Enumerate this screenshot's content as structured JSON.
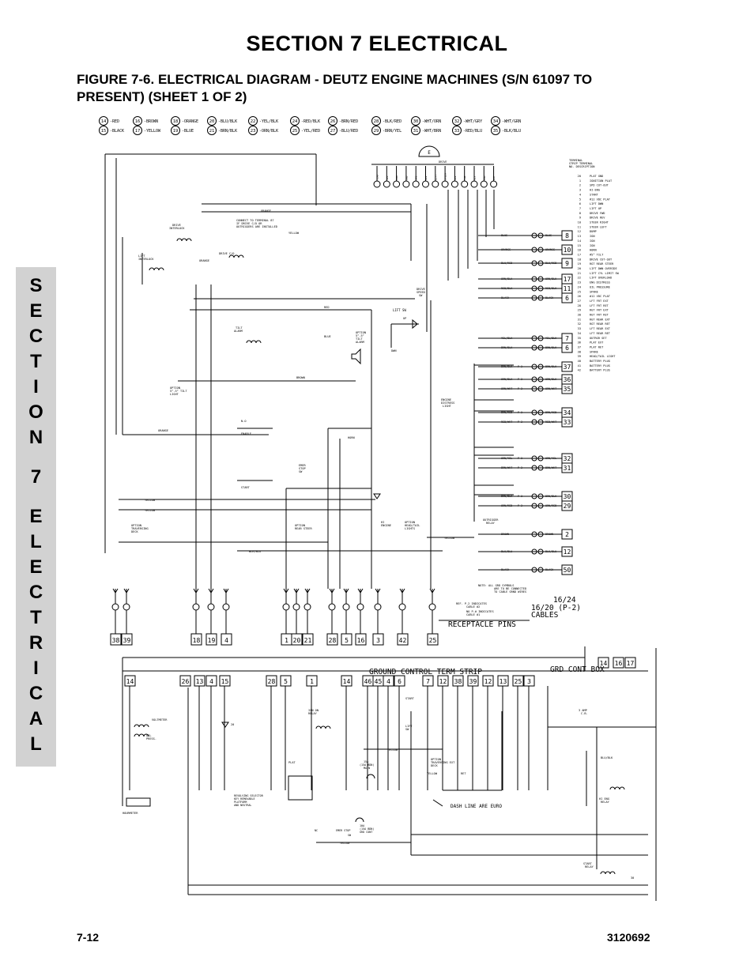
{
  "header": {
    "section_title": "SECTION 7  ELECTRICAL",
    "figure_title": "FIGURE 7-6.    ELECTRICAL DIAGRAM - DEUTZ ENGINE MACHINES (S/N 61097 TO PRESENT)  (SHEET 1 OF 2)"
  },
  "side_tab": {
    "letters": [
      "S",
      "E",
      "C",
      "T",
      "I",
      "O",
      "N",
      "",
      "7",
      "",
      "E",
      "L",
      "E",
      "C",
      "T",
      "R",
      "I",
      "C",
      "A",
      "L"
    ]
  },
  "color_legend": [
    {
      "n": "14",
      "c": "RED"
    },
    {
      "n": "15",
      "c": "BLACK"
    },
    {
      "n": "16",
      "c": "BROWN"
    },
    {
      "n": "17",
      "c": "YELLOW"
    },
    {
      "n": "18",
      "c": "ORANGE"
    },
    {
      "n": "19",
      "c": "BLUE"
    },
    {
      "n": "20",
      "c": "BLU/BLK"
    },
    {
      "n": "21",
      "c": "BRN/BLK"
    },
    {
      "n": "22",
      "c": "YEL/BLK"
    },
    {
      "n": "23",
      "c": "ORN/BLK"
    },
    {
      "n": "24",
      "c": "RED/BLK"
    },
    {
      "n": "25",
      "c": "YEL/RED"
    },
    {
      "n": "26",
      "c": "BRN/RED"
    },
    {
      "n": "27",
      "c": "BLU/RED"
    },
    {
      "n": "28",
      "c": "BLK/RED"
    },
    {
      "n": "29",
      "c": "BRN/YEL"
    },
    {
      "n": "30",
      "c": "WHT/ORN"
    },
    {
      "n": "31",
      "c": "WHT/BRN"
    },
    {
      "n": "32",
      "c": "WHT/GRY"
    },
    {
      "n": "33",
      "c": "RED/BLU"
    },
    {
      "n": "34",
      "c": "WHT/GRN"
    },
    {
      "n": "35",
      "c": "BLK/BLU"
    }
  ],
  "terminal_legend": {
    "header": "TERMINAL STRIP NO.   TERMINAL DESCRIPTION",
    "rows": [
      "20  PLAT GND",
      "1  IGNITION PLAT",
      "2  SPD CUT-OUT",
      "3  HI-ENG",
      "4  START",
      "5  #12 VDC PLAT",
      "6  LIFT DWN",
      "7  LIFT UP",
      "8  DRIVE FWD",
      "9  DRIVE REV",
      "10  STEER RIGHT",
      "11  STEER LEFT",
      "12  DUMP",
      "13  IGN",
      "14  IGN",
      "15  IGN",
      "16  HORN",
      "17  #5° TILT",
      "18  DRIVE CUT-OUT",
      "19  RGT REAR STEER",
      "20  LIFT DWN OVERIDE",
      "21  LIFT CYL LIMIT SW",
      "22  LIFT OVERLOAD",
      "23  ENG DISTRESS",
      "24  OIL PRESSURE",
      "25  SPARE",
      "26  #12 VDC PLAT",
      "27  LFT FRT EXT",
      "28  LFT FRT RET",
      "29  RGT FRT EXT",
      "30  RGT FRT RET",
      "31  RGT REAR EXT",
      "32  RGT REAR RET",
      "33  LFT REAR EXT",
      "34  LFT REAR RET",
      "35  OUTRGR SET",
      "36  PLAT EXT",
      "37  PLAT RET",
      "38  SPARE",
      "39  HEAD/TAIL LIGHT",
      "40  BATTERY PLUG",
      "41  BATTERY PLUS",
      "42  BATTERY PLUS"
    ]
  },
  "platform_terminals": [
    "38",
    "39",
    "18",
    "19",
    "4",
    "1",
    "20",
    "21",
    "28",
    "5",
    "16",
    "3",
    "42",
    "25"
  ],
  "right_terminals": [
    "8",
    "10",
    "9",
    "17",
    "11",
    "6",
    "7",
    "6",
    "37",
    "36",
    "35",
    "34",
    "33",
    "32",
    "31",
    "30",
    "29",
    "2",
    "12",
    "50"
  ],
  "lower_top_terminals": [
    "14",
    "16",
    "17"
  ],
  "lower_terminals": [
    "14",
    "26",
    "13",
    "4",
    "15",
    "28",
    "5",
    "1",
    "14",
    "46",
    "45",
    "4",
    "6",
    "7",
    "12",
    "38",
    "39",
    "12",
    "13",
    "25",
    "3"
  ],
  "labels": {
    "ground_strip": "GROUND CONTROL TERM STRIP",
    "grd_box": "GRD CONT BOX",
    "cables": "16/24\n16/20 (P-2)\nCABLES",
    "receptacle": "RECEPTACLE PINS",
    "dash_line": "DASH LINE ARE EURO",
    "note": "NOTE: ALL GRD SYMBOLS ARE TO BE CONNECTED TO CABLE GRND WIRES",
    "ref_note": "REF. P-2 INDICATES CABLE #2  NO P-# INDICATES CABLE #1",
    "connect_note": "CONNECT TO TERMINAL 87 IF DRIVE C/O OR OUTRIGGERS ARE INSTALLED",
    "drive": "DRIVE",
    "lift_sw": "LIFT SW",
    "drive_interlock": "DRIVE INTERLOCK",
    "lift_interlock": "LIFT INTERLOCK",
    "drive_co": "DRIVE C/O",
    "tilt_alarm": "TILT ALARM",
    "option_tilt_alarm": "OPTION 5°-5° TILT ALARM",
    "option_tilt_light": "OPTION 5°-5° TILT LIGHT",
    "enable": "ENABLE",
    "start": "START",
    "emer_stop": "EMER STOP SW",
    "horn": "HORN",
    "hi_engine": "HI ENGINE",
    "head_tail": "OPTION HEAD/TAIL LIGHTS",
    "traversing": "OPTION TRAVERSING DECK",
    "rear_steer": "OPTION REAR STEER",
    "engine_distress": "ENGINE DISTRESS LIGHT",
    "drive_speed": "DRIVE SPEED SW",
    "outrigger_relay": "OUTRIGGER RELAY",
    "voltmeter": "VOLTMETER",
    "oil_press": "OIL PRESS.",
    "hourmeter": "HOURMETER",
    "ign_on_relay": "IGN ON RELAY",
    "plat": "PLAT",
    "revolving": "REVOLVING SELECTOR KEY REMOVABLE PLATFORM AND NEUTRAL",
    "emer_stop_b": "EMER STOP",
    "fuse_15a": "15A (15A BDN) MAIN",
    "fuse_10a": "10A (15A BDN) GRD CONT",
    "amp_cb": "3 AMP C.B.",
    "hi_eng_relay": "HI ENG RELAY",
    "start_relay": "START RELAY",
    "trav_ext": "OPTION TRAVERSING EXT DECK",
    "lift_sw_b": "LIFT SW"
  },
  "footer": {
    "page": "7-12",
    "doc": "3120692"
  }
}
